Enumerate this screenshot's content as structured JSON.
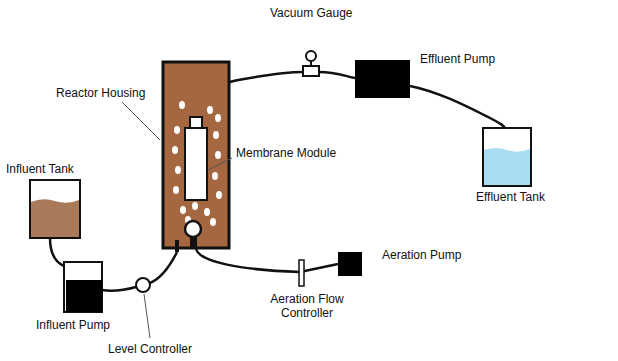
{
  "diagram": {
    "labels": [
      "Vacuum Gauge",
      "Effluent Pump",
      "Reactor Housing",
      "Membrane Module",
      "Influent Tank",
      "Effluent Tank",
      "Aeration Pump",
      "Influent Pump",
      "Aeration Flow Controller",
      "Level Controller"
    ]
  }
}
